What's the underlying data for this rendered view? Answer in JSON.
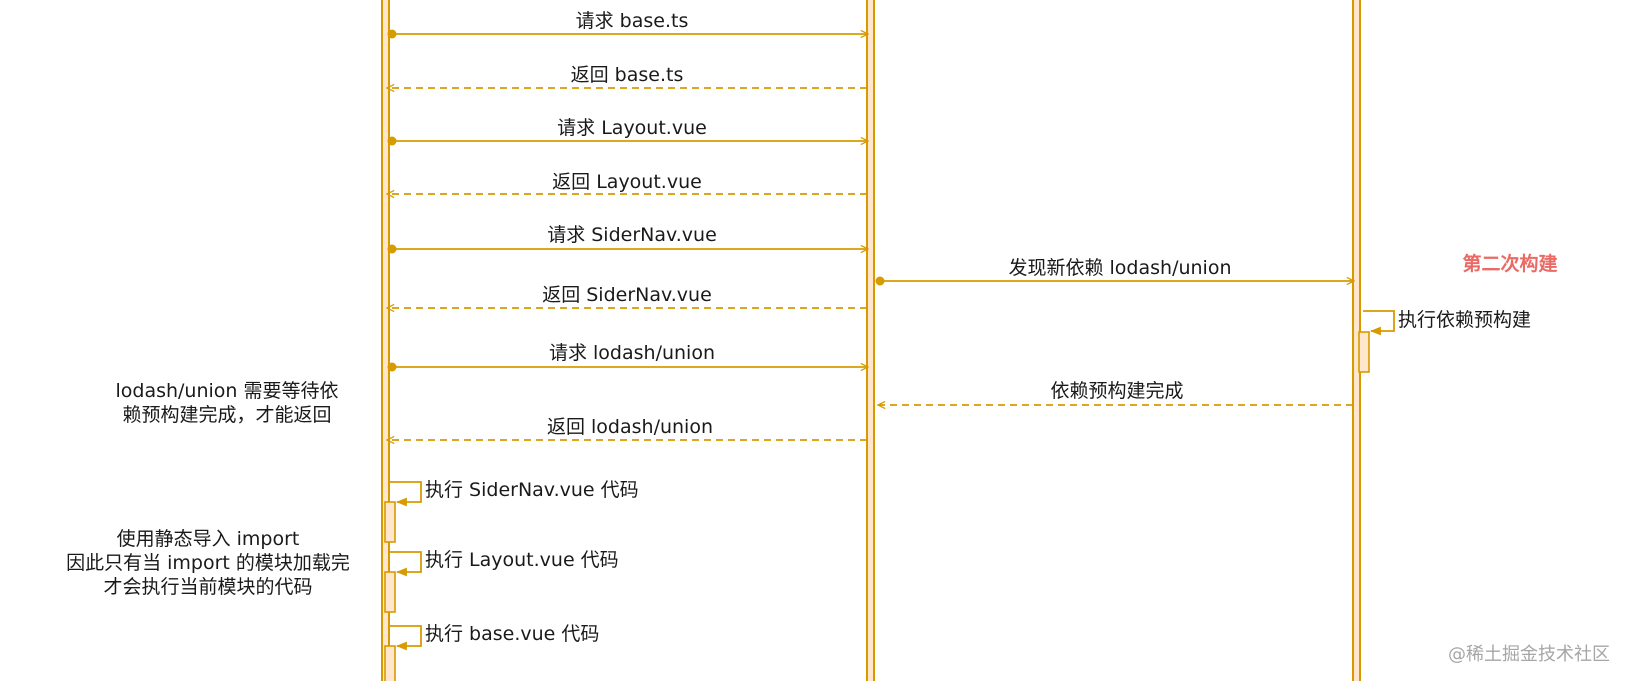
{
  "colors": {
    "line": "#d79b00",
    "lifeline_fill": "#ffe6cc",
    "text": "#1a1a1a",
    "highlight": "#ea6b66",
    "watermark": "#a6a6a6"
  },
  "messages": [
    {
      "label": "请求 base.ts",
      "from": "browser",
      "to": "server",
      "style": "solid"
    },
    {
      "label": "返回 base.ts",
      "from": "server",
      "to": "browser",
      "style": "dashed"
    },
    {
      "label": "请求 Layout.vue",
      "from": "browser",
      "to": "server",
      "style": "solid"
    },
    {
      "label": "返回 Layout.vue",
      "from": "server",
      "to": "browser",
      "style": "dashed"
    },
    {
      "label": "请求 SiderNav.vue",
      "from": "browser",
      "to": "server",
      "style": "solid"
    },
    {
      "label": "发现新依赖 lodash/union",
      "from": "server",
      "to": "prebundler",
      "style": "solid"
    },
    {
      "label": "返回 SiderNav.vue",
      "from": "server",
      "to": "browser",
      "style": "dashed"
    },
    {
      "label": "请求 lodash/union",
      "from": "browser",
      "to": "server",
      "style": "solid"
    },
    {
      "label": "依赖预构建完成",
      "from": "prebundler",
      "to": "server",
      "style": "dashed"
    },
    {
      "label": "返回 lodash/union",
      "from": "server",
      "to": "browser",
      "style": "dashed"
    }
  ],
  "self_calls": [
    {
      "label": "执行依赖预构建",
      "on": "prebundler"
    },
    {
      "label": "执行 SiderNav.vue 代码",
      "on": "browser"
    },
    {
      "label": "执行 Layout.vue 代码",
      "on": "browser"
    },
    {
      "label": "执行 base.vue 代码",
      "on": "browser"
    }
  ],
  "notes": {
    "wait": [
      "lodash/union 需要等待依",
      "赖预构建完成，才能返回"
    ],
    "static_import": [
      "使用静态导入 import",
      "因此只有当 import 的模块加载完",
      "才会执行当前模块的代码"
    ],
    "second_build": "第二次构建"
  },
  "watermark": "@稀土掘金技术社区"
}
